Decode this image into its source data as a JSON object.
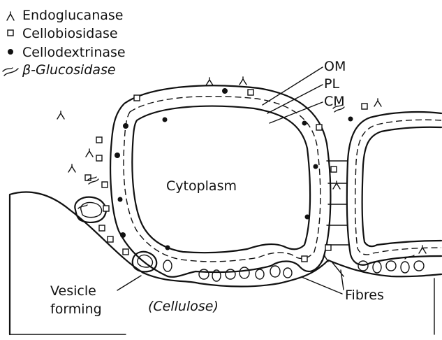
{
  "legend": {
    "items": [
      {
        "symbol": "endoglucanase-icon",
        "label": "Endoglucanase"
      },
      {
        "symbol": "cellobiosidase-icon",
        "label": "Cellobiosidase"
      },
      {
        "symbol": "cellodextrinase-icon",
        "label": "Cellodextrinase"
      },
      {
        "symbol": "beta-glucosidase-icon",
        "label": "β-Glucosidase"
      }
    ]
  },
  "labels": {
    "om": "OM",
    "pl": "PL",
    "cm": "CM",
    "cytoplasm": "Cytoplasm",
    "vesicle_line1": "Vesicle",
    "vesicle_line2": "forming",
    "cellulose": "(Cellulose)",
    "fibres": "Fibres"
  }
}
